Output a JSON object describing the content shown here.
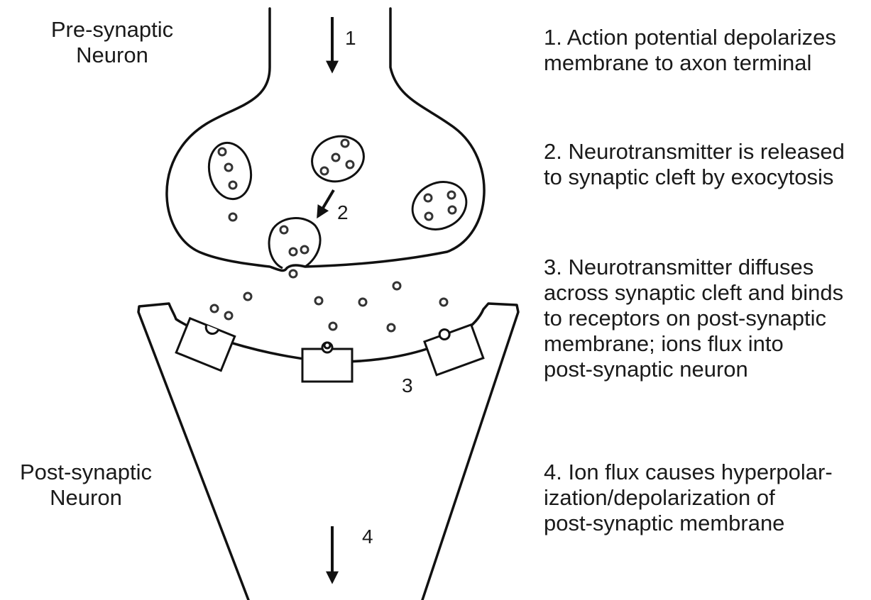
{
  "labels": {
    "pre_synaptic": [
      "Pre-synaptic",
      "Neuron"
    ],
    "post_synaptic": [
      "Post-synaptic",
      "Neuron"
    ]
  },
  "markers": {
    "m1": "1",
    "m2": "2",
    "m3": "3",
    "m4": "4"
  },
  "steps": [
    {
      "lines": [
        "1. Action potential depolarizes",
        "membrane to axon terminal"
      ]
    },
    {
      "lines": [
        "2. Neurotransmitter is released",
        "to synaptic cleft by exocytosis"
      ]
    },
    {
      "lines": [
        "3. Neurotransmitter diffuses",
        "across synaptic cleft and binds",
        "to receptors on post-synaptic",
        "membrane; ions flux into",
        "post-synaptic neuron"
      ]
    },
    {
      "lines": [
        "4. Ion flux causes hyperpolar-",
        "ization/depolarization of",
        "post-synaptic membrane"
      ]
    }
  ]
}
